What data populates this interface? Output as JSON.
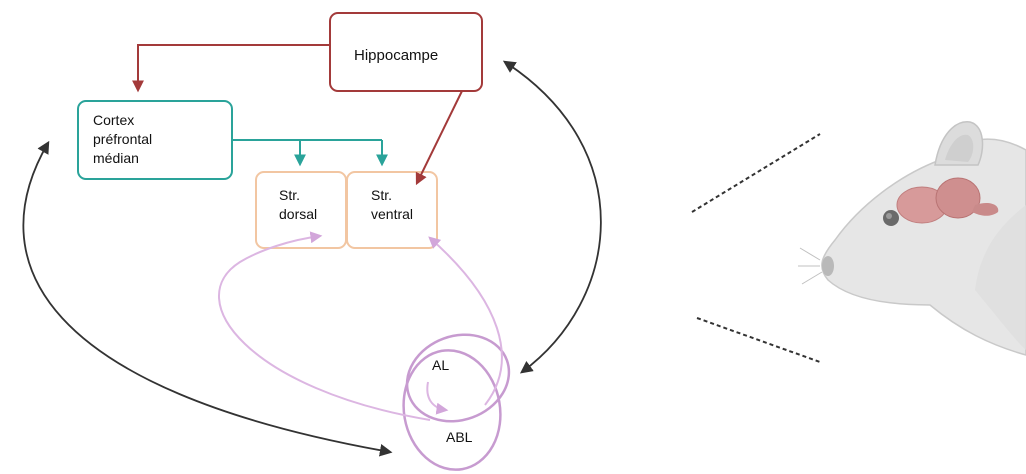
{
  "nodes": {
    "hippocampe": {
      "label": "Hippocampe"
    },
    "cortex": {
      "label": "Cortex\npréfrontal\nmédian"
    },
    "str_dorsal": {
      "label": "Str.\ndorsal"
    },
    "str_ventral": {
      "label": "Str.\nventral"
    },
    "al": {
      "label": "AL"
    },
    "abl": {
      "label": "ABL"
    }
  },
  "colors": {
    "hippocampe": "#a33a3a",
    "cortex": "#2aa39a",
    "striatum": "#f2c6a2",
    "amygdala": "#c79bd0",
    "black_arrows": "#333333",
    "brain": "#d79a9a",
    "rat": "#d4d4d4"
  },
  "illustration": {
    "icon": "rat-head-with-brain"
  }
}
